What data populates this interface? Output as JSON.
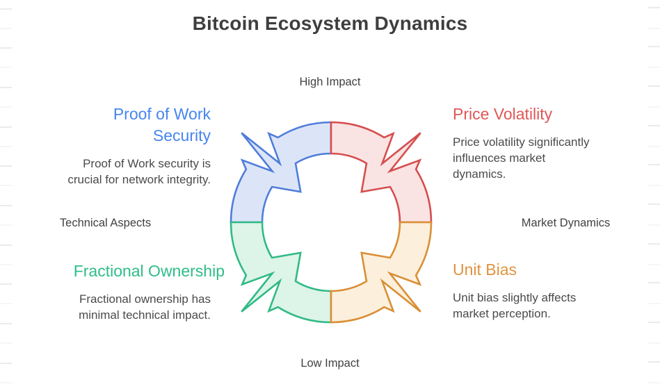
{
  "title": "Bitcoin Ecosystem Dynamics",
  "axes": {
    "top": "High Impact",
    "bottom": "Low Impact",
    "left": "Technical Aspects",
    "right": "Market Dynamics"
  },
  "quadrants": [
    {
      "id": "proof-of-work-security",
      "position": "top-left",
      "heading_lines": [
        "Proof of Work",
        "Security"
      ],
      "description_lines": [
        "Proof of Work security is",
        "crucial for network integrity."
      ],
      "heading_color": "#4785f0",
      "stroke": "#4f7ddb",
      "fill": "#dce5f7"
    },
    {
      "id": "price-volatility",
      "position": "top-right",
      "heading_lines": [
        "Price Volatility"
      ],
      "description_lines": [
        "Price volatility significantly",
        "influences market",
        "dynamics."
      ],
      "heading_color": "#e05757",
      "stroke": "#d54e4e",
      "fill": "#fae3e3"
    },
    {
      "id": "fractional-ownership",
      "position": "bottom-left",
      "heading_lines": [
        "Fractional Ownership"
      ],
      "description_lines": [
        "Fractional ownership has",
        "minimal technical impact."
      ],
      "heading_color": "#2ebd88",
      "stroke": "#31ba85",
      "fill": "#ddf4e8"
    },
    {
      "id": "unit-bias",
      "position": "bottom-right",
      "heading_lines": [
        "Unit Bias"
      ],
      "description_lines": [
        "Unit bias slightly affects",
        "market perception."
      ],
      "heading_color": "#df933e",
      "stroke": "#d98f35",
      "fill": "#fcefdc"
    }
  ]
}
